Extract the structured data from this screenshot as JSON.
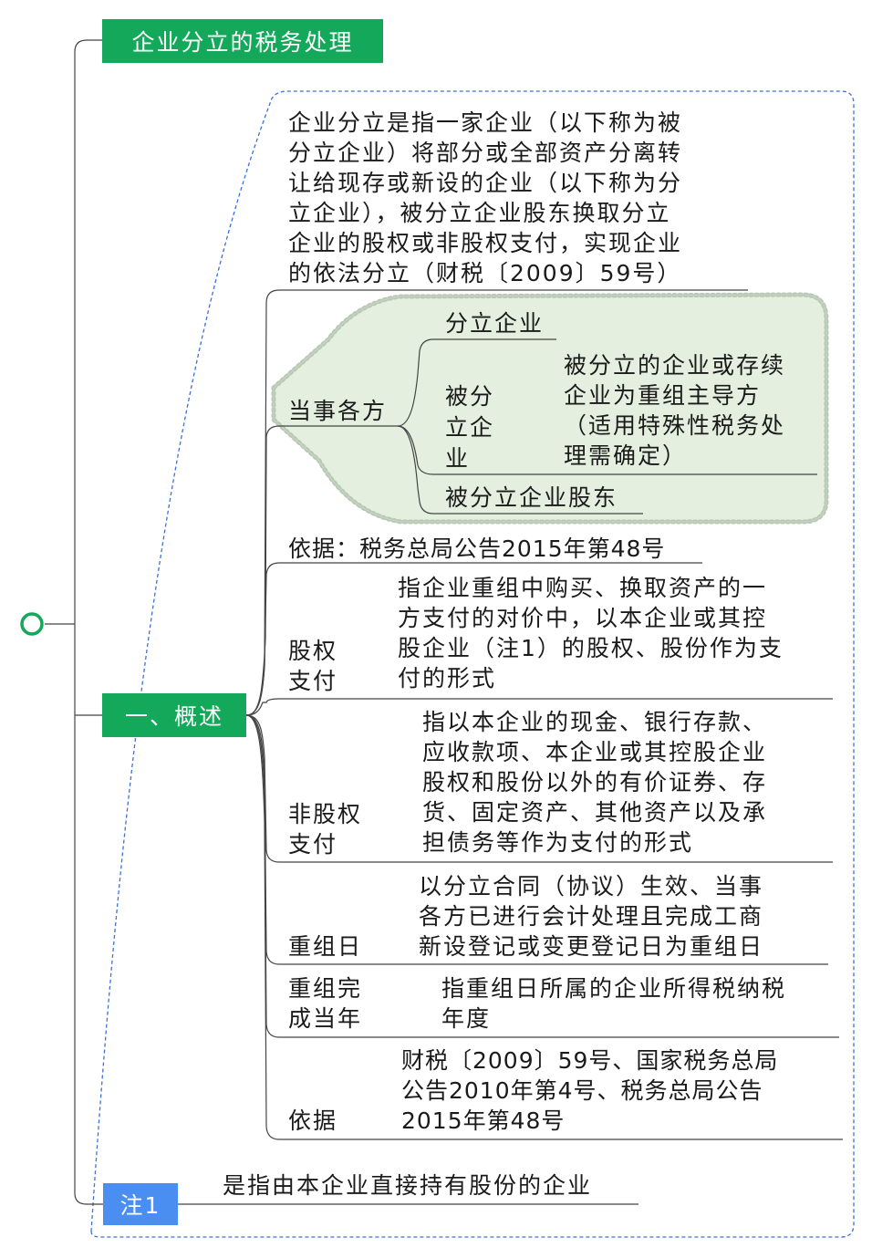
{
  "root_title": "企业分立的税务处理",
  "section": {
    "title": "一、概述",
    "definition": "企业分立是指一家企业（以下称为被\n分立企业）将部分或全部资产分离转\n让给现存或新设的企业（以下称为分\n立企业），被分立企业股东换取分立\n企业的股权或非股权支付，实现企业\n的依法分立（财税〔2009〕59号）",
    "parties": {
      "label": "当事各方",
      "item1": "分立企业",
      "item2_label": "被分\n立企\n业",
      "item2_desc": "被分立的企业或存续\n企业为重组主导方\n（适用特殊性税务处\n理需确定）",
      "item3": "被分立企业股东"
    },
    "basis1": "依据：税务总局公告2015年第48号",
    "equity": {
      "label": "股权\n支付",
      "desc": "指企业重组中购买、换取资产的一\n方支付的对价中，以本企业或其控\n股企业（注1）的股权、股份作为支\n付的形式"
    },
    "non_equity": {
      "label": "非股权\n支付",
      "desc": "指以本企业的现金、银行存款、\n应收款项、本企业或其控股企业\n股权和股份以外的有价证券、存\n货、固定资产、其他资产以及承\n担债务等作为支付的形式"
    },
    "reorg_date": {
      "label": "重组日",
      "desc": "以分立合同（协议）生效、当事\n各方已进行会计处理且完成工商\n新设登记或变更登记日为重组日"
    },
    "reorg_year": {
      "label": "重组完\n成当年",
      "desc": "指重组日所属的企业所得税纳税\n年度"
    },
    "basis2": {
      "label": "依据",
      "desc": "财税〔2009〕59号、国家税务总局\n公告2010年第4号、税务总局公告\n2015年第48号"
    }
  },
  "note": {
    "label": "注1",
    "desc": "是指由本企业直接持有股份的企业"
  },
  "colors": {
    "green": "#13a85a",
    "blue": "#4a8ef2",
    "boundary": "#3e70d8",
    "callout_fill": "#e4efe0",
    "line": "#444444"
  }
}
